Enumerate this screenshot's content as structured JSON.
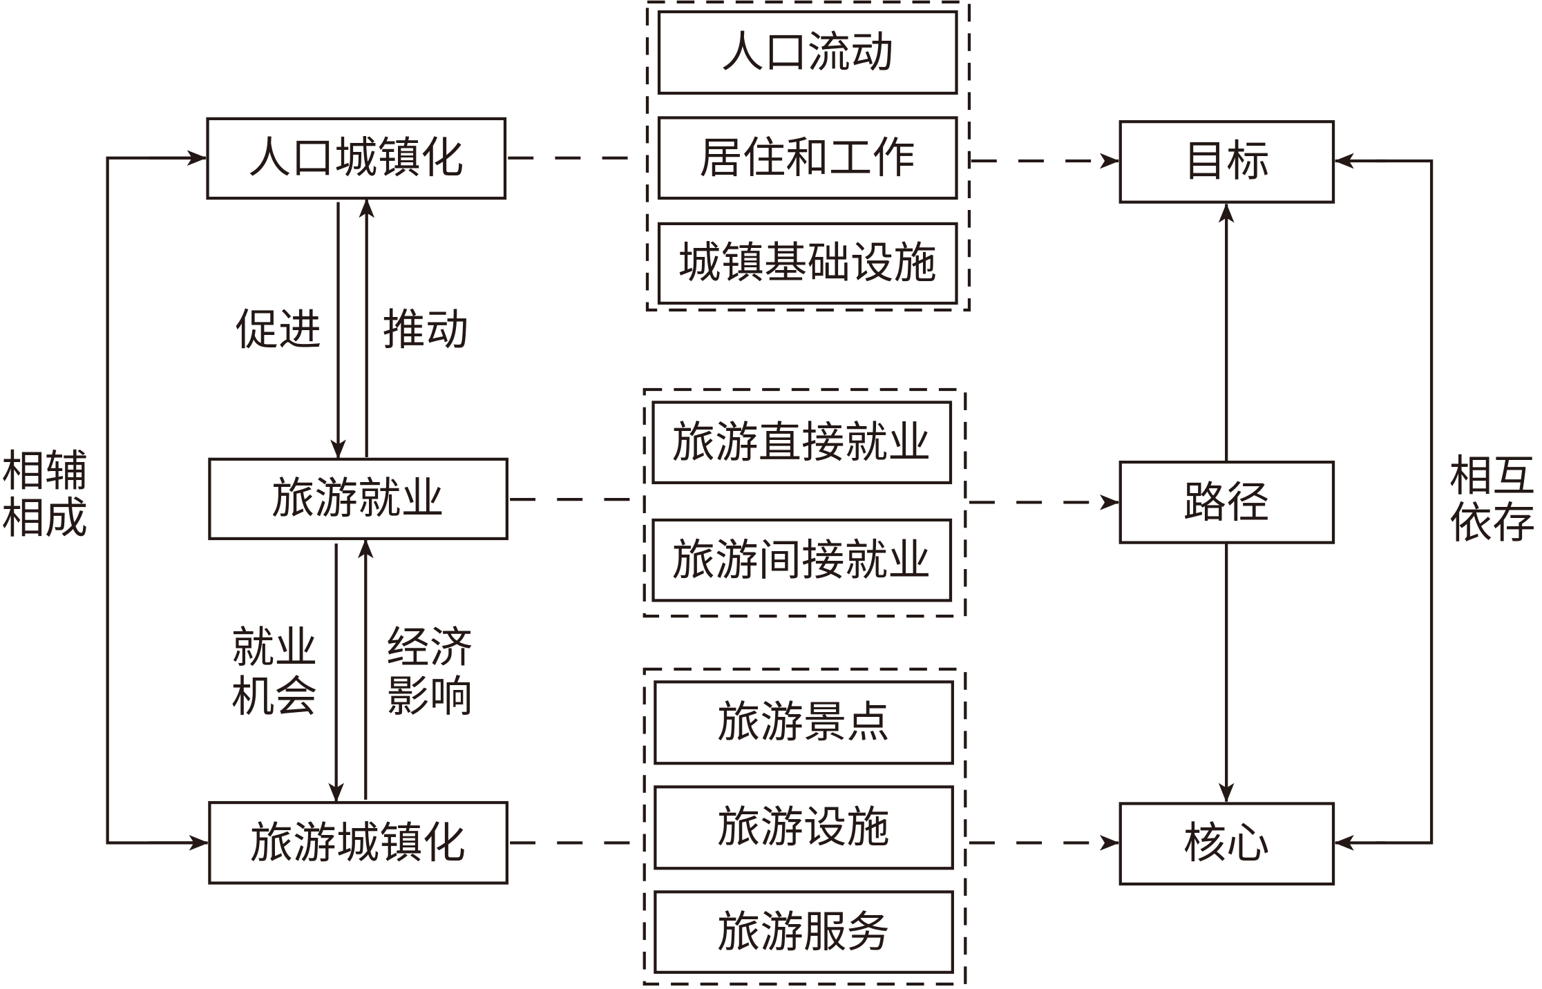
{
  "colors": {
    "stroke": "#231815",
    "background": "#ffffff"
  },
  "left_column": {
    "top": "人口城镇化",
    "middle": "旅游就业",
    "bottom": "旅游城镇化",
    "arrow_top_down": "促进",
    "arrow_top_up": "推动",
    "arrow_bottom_down": [
      "就业",
      "机会"
    ],
    "arrow_bottom_up": [
      "经济",
      "影响"
    ],
    "loop_label": [
      "相辅",
      "相成"
    ]
  },
  "middle_groups": [
    {
      "items": [
        "人口流动",
        "居住和工作",
        "城镇基础设施"
      ]
    },
    {
      "items": [
        "旅游直接就业",
        "旅游间接就业"
      ]
    },
    {
      "items": [
        "旅游景点",
        "旅游设施",
        "旅游服务"
      ]
    }
  ],
  "right_column": {
    "top": "目标",
    "middle": "路径",
    "bottom": "核心",
    "loop_label": [
      "相互",
      "依存"
    ]
  }
}
